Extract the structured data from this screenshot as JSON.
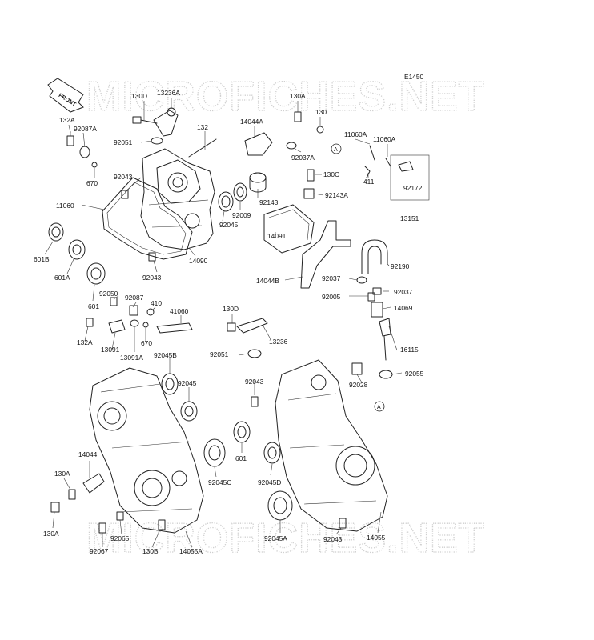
{
  "diagram_code": "E1450",
  "watermark": "MICROFICHES.NET",
  "front_label": "FRONT",
  "ref_marker": "A",
  "parts": [
    {
      "label": "130D"
    },
    {
      "label": "13236A"
    },
    {
      "label": "130A"
    },
    {
      "label": "132A"
    },
    {
      "label": "92087A"
    },
    {
      "label": "130"
    },
    {
      "label": "92051"
    },
    {
      "label": "132"
    },
    {
      "label": "14044A"
    },
    {
      "label": "11060A"
    },
    {
      "label": "11060A"
    },
    {
      "label": "92037A"
    },
    {
      "label": "670"
    },
    {
      "label": "92043"
    },
    {
      "label": "130C"
    },
    {
      "label": "411"
    },
    {
      "label": "92172"
    },
    {
      "label": "11060"
    },
    {
      "label": "92143"
    },
    {
      "label": "92143A"
    },
    {
      "label": "92009"
    },
    {
      "label": "13151"
    },
    {
      "label": "92045"
    },
    {
      "label": "14091"
    },
    {
      "label": "601B"
    },
    {
      "label": "14090"
    },
    {
      "label": "92190"
    },
    {
      "label": "601A"
    },
    {
      "label": "92043"
    },
    {
      "label": "14044B"
    },
    {
      "label": "92037"
    },
    {
      "label": "92037"
    },
    {
      "label": "601"
    },
    {
      "label": "92050"
    },
    {
      "label": "92087"
    },
    {
      "label": "410"
    },
    {
      "label": "92005"
    },
    {
      "label": "14069"
    },
    {
      "label": "41060"
    },
    {
      "label": "130D"
    },
    {
      "label": "132A"
    },
    {
      "label": "670"
    },
    {
      "label": "13091"
    },
    {
      "label": "13091A"
    },
    {
      "label": "92045B"
    },
    {
      "label": "13236"
    },
    {
      "label": "16115"
    },
    {
      "label": "92051"
    },
    {
      "label": "92055"
    },
    {
      "label": "92045"
    },
    {
      "label": "92043"
    },
    {
      "label": "92028"
    },
    {
      "label": "14044"
    },
    {
      "label": "601"
    },
    {
      "label": "130A"
    },
    {
      "label": "92045C"
    },
    {
      "label": "92045D"
    },
    {
      "label": "130A"
    },
    {
      "label": "92065"
    },
    {
      "label": "92045A"
    },
    {
      "label": "92043"
    },
    {
      "label": "14055"
    },
    {
      "label": "92067"
    },
    {
      "label": "130B"
    },
    {
      "label": "14055A"
    }
  ]
}
